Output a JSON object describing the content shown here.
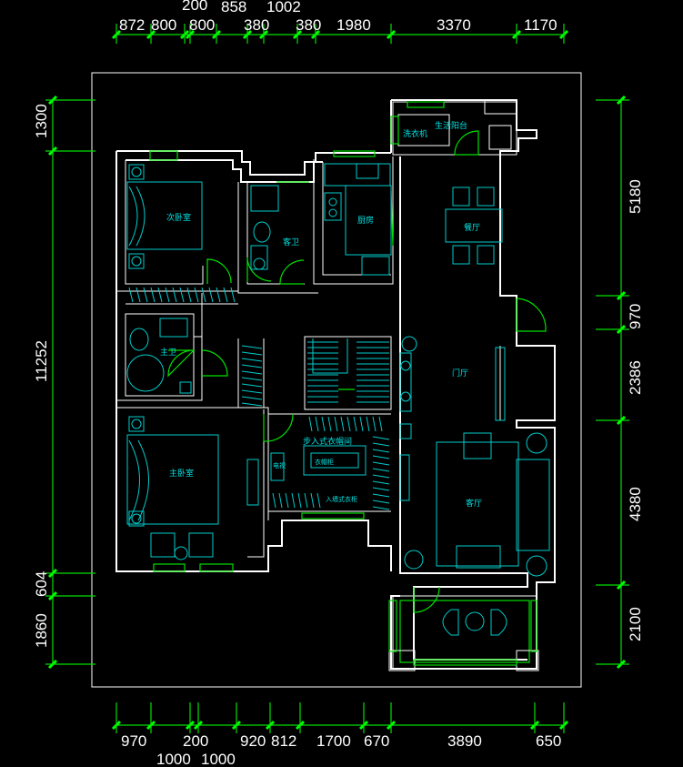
{
  "colors": {
    "background": "#000000",
    "walls": "#ffffff",
    "dimension_lines": "#00e000",
    "furniture": "#00cccc",
    "labels": "#00e5e5"
  },
  "top_dims_row1": [
    "200",
    "858",
    "1002"
  ],
  "top_dims_row2": [
    "872",
    "800",
    "800",
    "380",
    "380",
    "1980",
    "3370",
    "1170"
  ],
  "bottom_dims_row1": [
    "970",
    "200",
    "920",
    "812",
    "1700",
    "670",
    "3890",
    "650"
  ],
  "bottom_dims_row2": [
    "1000",
    "1000"
  ],
  "left_dims": [
    "1300",
    "11252",
    "604",
    "1860"
  ],
  "right_dims": [
    "5180",
    "970",
    "2386",
    "4380",
    "2100"
  ],
  "rooms": {
    "second_bedroom": "次卧室",
    "guest_bath": "客卫",
    "kitchen": "厨房",
    "laundry": "洗衣机",
    "service_balcony": "生活阳台",
    "dining": "餐厅",
    "master_bath": "主卫",
    "foyer": "门厅",
    "master_bedroom": "主卧室",
    "walk_in_closet": "步入式衣帽间",
    "closet_inner": "衣帽柜",
    "closet_note": "入墙式衣柜",
    "tv_cabinet": "电视",
    "living": "客厅"
  }
}
